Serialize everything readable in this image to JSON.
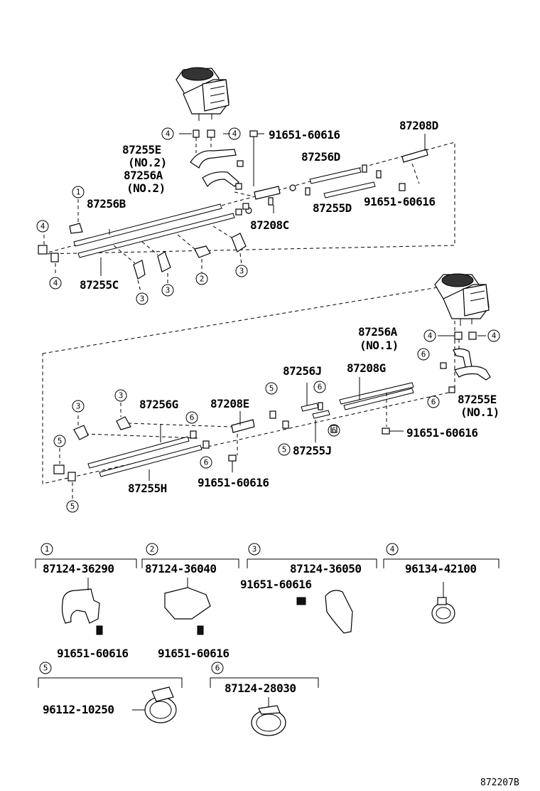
{
  "labels": {
    "p87208D": "87208D",
    "p91651_top": "91651-60616",
    "p87255E_no2": "87255E",
    "no2_a": "(NO.2)",
    "p87256A_no2": "87256A",
    "no2_b": "(NO.2)",
    "p87256D": "87256D",
    "p87256B": "87256B",
    "p87255D": "87255D",
    "p91651_right": "91651-60616",
    "p87208C": "87208C",
    "p87255C": "87255C",
    "p87256A_no1": "87256A",
    "no1_a": "(NO.1)",
    "p87256J": "87256J",
    "p87208G": "87208G",
    "p87256G": "87256G",
    "p87208E": "87208E",
    "p87255E_no1": "87255E",
    "no1_b": "(NO.1)",
    "p91651_mid": "91651-60616",
    "p87255J": "87255J",
    "p87255H": "87255H",
    "p91651_low": "91651-60616"
  },
  "callouts": {
    "c1": "1",
    "c2": "2",
    "c3": "3",
    "c4": "4",
    "c5": "5",
    "c6": "6"
  },
  "legend": {
    "g1": {
      "num": "1",
      "part": "87124-36290",
      "bolt": "91651-60616"
    },
    "g2": {
      "num": "2",
      "part": "87124-36040",
      "bolt": "91651-60616"
    },
    "g3": {
      "num": "3",
      "part": "87124-36050",
      "bolt": "91651-60616"
    },
    "g4": {
      "num": "4",
      "part": "96134-42100"
    },
    "g5": {
      "num": "5",
      "part": "96112-10250"
    },
    "g6": {
      "num": "6",
      "part": "87124-28030"
    }
  },
  "figure_id": "872207B"
}
